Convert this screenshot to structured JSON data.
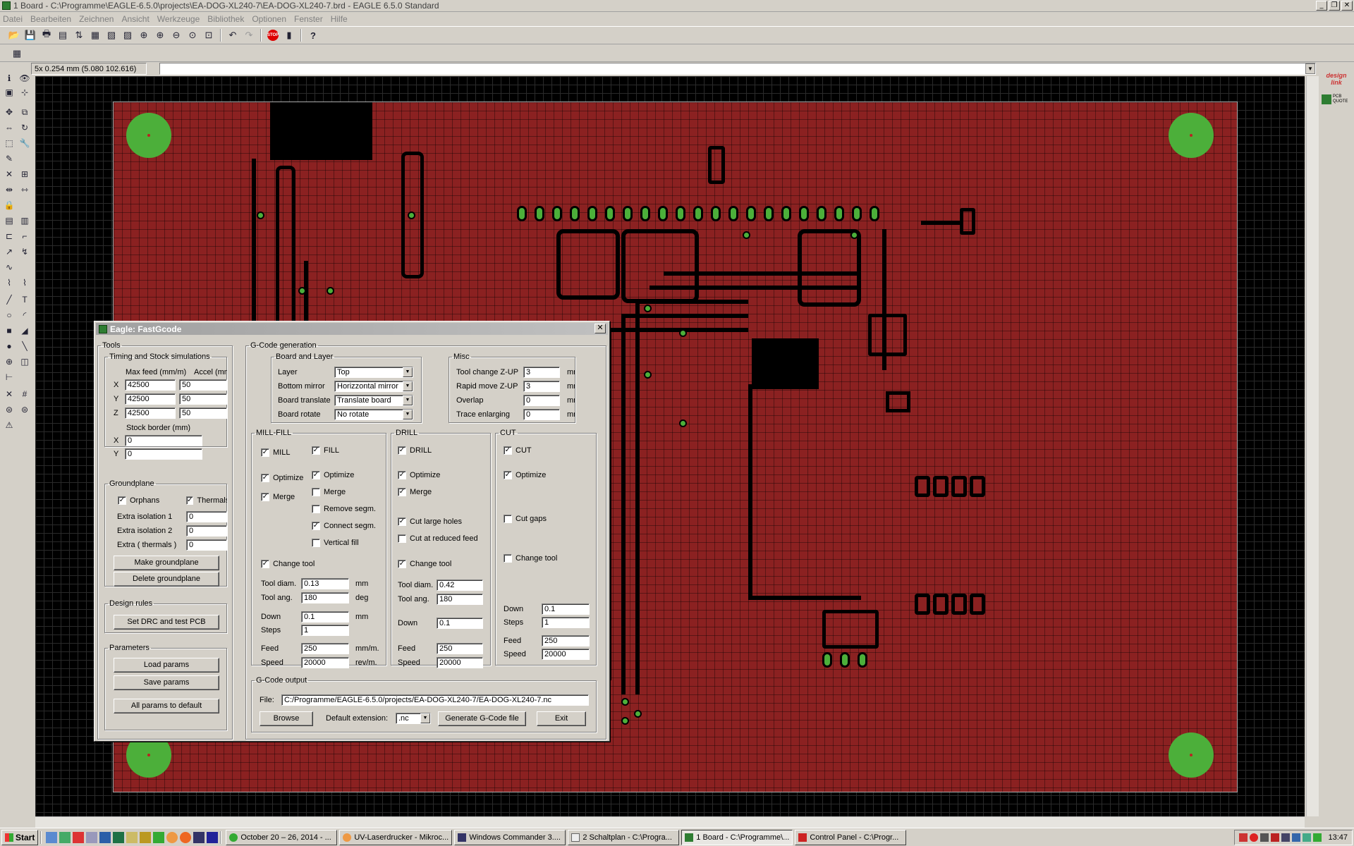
{
  "window": {
    "title": "1 Board - C:\\Programme\\EAGLE-6.5.0\\projects\\EA-DOG-XL240-7\\EA-DOG-XL240-7.brd - EAGLE 6.5.0 Standard"
  },
  "menu": [
    "Datei",
    "Bearbeiten",
    "Zeichnen",
    "Ansicht",
    "Werkzeuge",
    "Bibliothek",
    "Optionen",
    "Fenster",
    "Hilfe"
  ],
  "coord": "5x 0.254 mm (5.080 102.616)",
  "right_panel": {
    "logo": "design link",
    "pcb_label": "PCB QUOTE"
  },
  "dialog": {
    "title": "Eagle: FastGcode",
    "tools": {
      "legend": "Tools",
      "timing": {
        "legend": "Timing and Stock simulations",
        "col_max_feed": "Max feed (mm/m)",
        "col_accel": "Accel (mm",
        "rows": [
          {
            "axis": "X",
            "max_feed": "42500",
            "accel": "50"
          },
          {
            "axis": "Y",
            "max_feed": "42500",
            "accel": "50"
          },
          {
            "axis": "Z",
            "max_feed": "42500",
            "accel": "50"
          }
        ],
        "stock_border": "Stock border (mm)",
        "stock_x_label": "X",
        "stock_x": "0",
        "stock_y_label": "Y",
        "stock_y": "0"
      },
      "groundplane": {
        "legend": "Groundplane",
        "orphans": "Orphans",
        "orphans_checked": true,
        "thermals": "Thermals",
        "thermals_checked": true,
        "extra1_label": "Extra isolation 1",
        "extra1": "0",
        "extra2_label": "Extra isolation 2",
        "extra2": "0",
        "extra3_label": "Extra ( thermals )",
        "extra3": "0",
        "make_btn": "Make groundplane",
        "delete_btn": "Delete groundplane"
      },
      "design_rules": {
        "legend": "Design rules",
        "drc_btn": "Set DRC and test PCB"
      },
      "parameters": {
        "legend": "Parameters",
        "load_btn": "Load params",
        "save_btn": "Save params",
        "default_btn": "All params to default"
      }
    },
    "gcode": {
      "legend": "G-Code generation",
      "board_layer": {
        "legend": "Board and Layer",
        "layer_label": "Layer",
        "layer": "Top",
        "mirror_label": "Bottom mirror",
        "mirror": "Horizzontal mirror",
        "translate_label": "Board translate",
        "translate": "Translate board",
        "rotate_label": "Board rotate",
        "rotate": "No rotate"
      },
      "misc": {
        "legend": "Misc",
        "tool_change_label": "Tool change Z-UP",
        "tool_change": "3",
        "rapid_move_label": "Rapid move Z-UP",
        "rapid_move": "3",
        "overlap_label": "Overlap",
        "overlap": "0",
        "trace_label": "Trace enlarging",
        "trace": "0",
        "unit": "mm"
      },
      "millfill": {
        "legend": "MILL-FILL",
        "mill": "MILL",
        "mill_checked": true,
        "optimize": "Optimize",
        "optimize_checked": true,
        "merge": "Merge",
        "merge_checked": true,
        "fill": "FILL",
        "fill_checked": true,
        "fill_optimize": "Optimize",
        "fill_optimize_checked": true,
        "fill_merge": "Merge",
        "fill_merge_checked": false,
        "remove_segm": "Remove segm.",
        "remove_segm_checked": false,
        "connect_segm": "Connect segm.",
        "connect_segm_checked": true,
        "vertical_fill": "Vertical fill",
        "vertical_fill_checked": false,
        "change_tool": "Change tool",
        "change_tool_checked": true,
        "tool_diam_label": "Tool diam.",
        "tool_diam": "0.13",
        "tool_diam_unit": "mm",
        "tool_ang_label": "Tool ang.",
        "tool_ang": "180",
        "tool_ang_unit": "deg",
        "down_label": "Down",
        "down": "0.1",
        "down_unit": "mm",
        "steps_label": "Steps",
        "steps": "1",
        "feed_label": "Feed",
        "feed": "250",
        "feed_unit": "mm/m.",
        "speed_label": "Speed",
        "speed": "20000",
        "speed_unit": "rev/m."
      },
      "drill": {
        "legend": "DRILL",
        "drill": "DRILL",
        "drill_checked": true,
        "optimize": "Optimize",
        "optimize_checked": true,
        "merge": "Merge",
        "merge_checked": true,
        "cut_large": "Cut large holes",
        "cut_large_checked": true,
        "cut_reduced": "Cut at reduced feed",
        "cut_reduced_checked": false,
        "change_tool": "Change tool",
        "change_tool_checked": true,
        "tool_diam_label": "Tool diam.",
        "tool_diam": "0.42",
        "tool_ang_label": "Tool ang.",
        "tool_ang": "180",
        "down_label": "Down",
        "down": "0.1",
        "feed_label": "Feed",
        "feed": "250",
        "speed_label": "Speed",
        "speed": "20000"
      },
      "cut": {
        "legend": "CUT",
        "cut": "CUT",
        "cut_checked": true,
        "optimize": "Optimize",
        "optimize_checked": true,
        "cut_gaps": "Cut gaps",
        "cut_gaps_checked": false,
        "change_tool": "Change tool",
        "change_tool_checked": false,
        "down_label": "Down",
        "down": "0.1",
        "steps_label": "Steps",
        "steps": "1",
        "feed_label": "Feed",
        "feed": "250",
        "speed_label": "Speed",
        "speed": "20000"
      },
      "output": {
        "legend": "G-Code output",
        "file_label": "File:",
        "file": "C:/Programme/EAGLE-6.5.0/projects/EA-DOG-XL240-7/EA-DOG-XL240-7.nc",
        "browse_btn": "Browse",
        "ext_label": "Default extension:",
        "ext": ".nc",
        "generate_btn": "Generate G-Code file",
        "exit_btn": "Exit"
      }
    }
  },
  "taskbar": {
    "start": "Start",
    "tasks": [
      "October 20 – 26, 2014 - ...",
      "UV-Laserdrucker - Mikroc...",
      "Windows Commander 3....",
      "2 Schaltplan - C:\\Progra...",
      "1 Board - C:\\Programme\\...",
      "Control Panel - C:\\Progr..."
    ],
    "clock": "13:47"
  },
  "colors": {
    "board": "#8b2121",
    "pad": "#4caf3a",
    "canvas": "#000000",
    "chrome": "#d4d0c8"
  }
}
